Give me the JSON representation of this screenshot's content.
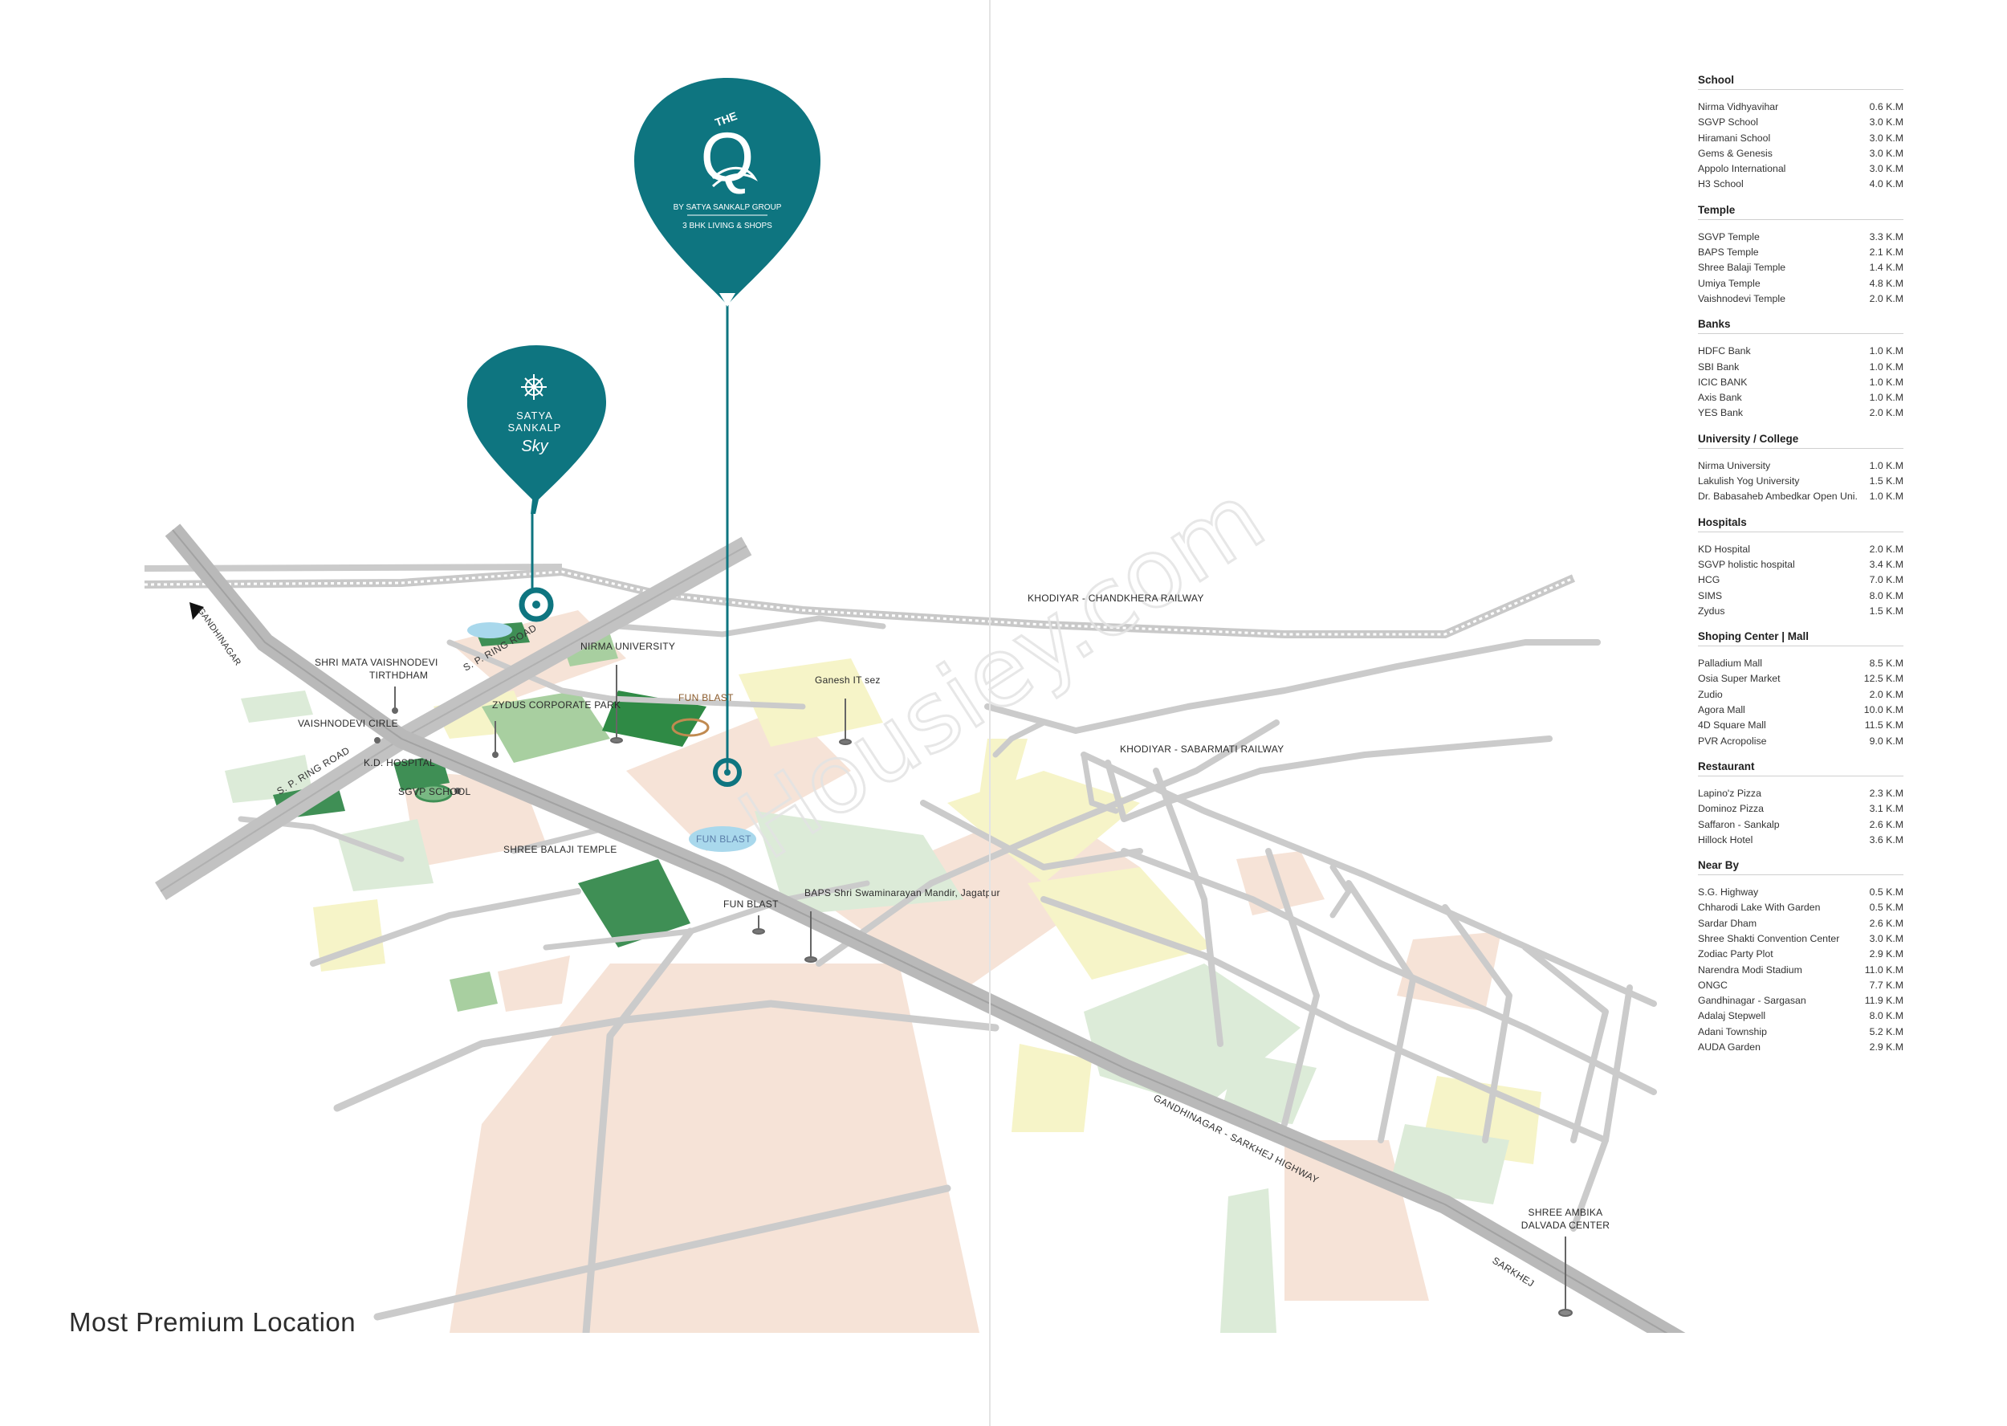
{
  "watermark": "Housiey.com",
  "tagline": "Most Premium Location",
  "pins": {
    "the_q": {
      "logo_top": "THE",
      "logo_letter": "Q",
      "by_line": "BY SATYA SANKALP GROUP",
      "sub_line": "3 BHK LIVING & SHOPS"
    },
    "sky": {
      "line1": "SATYA",
      "line2": "SANKALP",
      "line3": "Sky"
    }
  },
  "map_labels": {
    "gandhinagar": "GANDHINAGAR",
    "sp_ring_road_1": "S. P. RING ROAD",
    "sp_ring_road_2": "S. P. RING ROAD",
    "shri_mata": "SHRI MATA VAISHNODEVI",
    "tirthdham": "TIRTHDHAM",
    "vaishnodevi_circle": "VAISHNODEVI CIRLE",
    "nirma_university": "NIRMA UNIVERSITY",
    "zydus_corporate_park": "ZYDUS CORPORATE PARK",
    "fun_blast_1": "FUN BLAST",
    "fun_blast_2": "FUN BLAST",
    "fun_blast_3": "FUN BLAST",
    "ganesh_it_sez": "Ganesh IT sez",
    "kd_hospital": "K.D. HOSPITAL",
    "sgvp_school": "SGVP SCHOOL",
    "shree_balaji_temple": "SHREE BALAJI TEMPLE",
    "baps": "BAPS Shri Swaminarayan Mandir, Jagatpur",
    "khodiyar_chandkhera": "KHODIYAR  - CHANDKHERA  RAILWAY",
    "khodiyar_sabarmati": "KHODIYAR  - SABARMATI RAILWAY",
    "highway": "GANDHINAGAR - SARKHEJ HIGHWAY",
    "sarkhej": "SARKHEJ",
    "shree_ambika_1": "SHREE AMBIKA",
    "shree_ambika_2": "DALVADA CENTER"
  },
  "colors": {
    "teal": "#0e7580",
    "road": "#c9c9c9",
    "highway": "#b5b5b5",
    "peach": "#f6e3d7",
    "light_green": "#dcebd8",
    "mid_green": "#a8cfa0",
    "dark_green": "#3f8f55",
    "yellow": "#f6f4c8",
    "water": "#a9d8ec"
  },
  "distances": [
    {
      "title": "School",
      "items": [
        {
          "name": "Nirma Vidhyavihar",
          "dist": "0.6 K.M"
        },
        {
          "name": "SGVP School",
          "dist": "3.0 K.M"
        },
        {
          "name": "Hiramani  School",
          "dist": "3.0 K.M"
        },
        {
          "name": "Gems & Genesis",
          "dist": "3.0 K.M"
        },
        {
          "name": "Appolo International",
          "dist": "3.0 K.M"
        },
        {
          "name": "H3 School",
          "dist": "4.0 K.M"
        }
      ]
    },
    {
      "title": "Temple",
      "items": [
        {
          "name": "SGVP Temple",
          "dist": "3.3 K.M"
        },
        {
          "name": "BAPS Temple",
          "dist": "2.1 K.M"
        },
        {
          "name": "Shree Balaji Temple",
          "dist": "1.4 K.M"
        },
        {
          "name": "Umiya Temple",
          "dist": "4.8 K.M"
        },
        {
          "name": "Vaishnodevi Temple",
          "dist": "2.0 K.M"
        }
      ]
    },
    {
      "title": "Banks",
      "items": [
        {
          "name": "HDFC Bank",
          "dist": "1.0 K.M"
        },
        {
          "name": "SBI Bank",
          "dist": "1.0 K.M"
        },
        {
          "name": "ICIC BANK",
          "dist": "1.0 K.M"
        },
        {
          "name": "Axis Bank",
          "dist": "1.0 K.M"
        },
        {
          "name": "YES Bank",
          "dist": "2.0 K.M"
        }
      ]
    },
    {
      "title": "University / College",
      "items": [
        {
          "name": "Nirma University",
          "dist": "1.0 K.M"
        },
        {
          "name": "Lakulish Yog University",
          "dist": "1.5 K.M"
        },
        {
          "name": "Dr. Babasaheb Ambedkar Open Uni.",
          "dist": "1.0 K.M"
        }
      ]
    },
    {
      "title": "Hospitals",
      "items": [
        {
          "name": "KD Hospital",
          "dist": "2.0 K.M"
        },
        {
          "name": "SGVP holistic hospital",
          "dist": "3.4 K.M"
        },
        {
          "name": "HCG",
          "dist": "7.0 K.M"
        },
        {
          "name": "SIMS",
          "dist": "8.0 K.M"
        },
        {
          "name": "Zydus",
          "dist": "1.5 K.M"
        }
      ]
    },
    {
      "title": "Shoping Center | Mall",
      "items": [
        {
          "name": "Palladium Mall",
          "dist": "8.5 K.M"
        },
        {
          "name": "Osia Super Market",
          "dist": "12.5 K.M"
        },
        {
          "name": "Zudio",
          "dist": "2.0 K.M"
        },
        {
          "name": "Agora Mall",
          "dist": "10.0 K.M"
        },
        {
          "name": "4D Square Mall",
          "dist": "11.5 K.M"
        },
        {
          "name": "PVR Acropolise",
          "dist": "9.0 K.M"
        }
      ]
    },
    {
      "title": "Restaurant",
      "items": [
        {
          "name": "Lapino'z Pizza",
          "dist": "2.3 K.M"
        },
        {
          "name": "Dominoz Pizza",
          "dist": "3.1 K.M"
        },
        {
          "name": "Saffaron - Sankalp",
          "dist": "2.6 K.M"
        },
        {
          "name": "Hillock Hotel",
          "dist": "3.6 K.M"
        }
      ]
    },
    {
      "title": "Near By",
      "items": [
        {
          "name": "S.G. Highway",
          "dist": "0.5 K.M"
        },
        {
          "name": "Chharodi Lake With Garden",
          "dist": "0.5 K.M"
        },
        {
          "name": "Sardar Dham",
          "dist": "2.6 K.M"
        },
        {
          "name": "Shree Shakti Convention Center",
          "dist": "3.0 K.M"
        },
        {
          "name": "Zodiac Party Plot",
          "dist": "2.9 K.M"
        },
        {
          "name": "Narendra Modi Stadium",
          "dist": "11.0 K.M"
        },
        {
          "name": "ONGC",
          "dist": "7.7 K.M"
        },
        {
          "name": "Gandhinagar - Sargasan",
          "dist": "11.9 K.M"
        },
        {
          "name": "Adalaj Stepwell",
          "dist": "8.0 K.M"
        },
        {
          "name": "Adani Township",
          "dist": "5.2 K.M"
        },
        {
          "name": "AUDA Garden",
          "dist": "2.9 K.M"
        }
      ]
    }
  ]
}
